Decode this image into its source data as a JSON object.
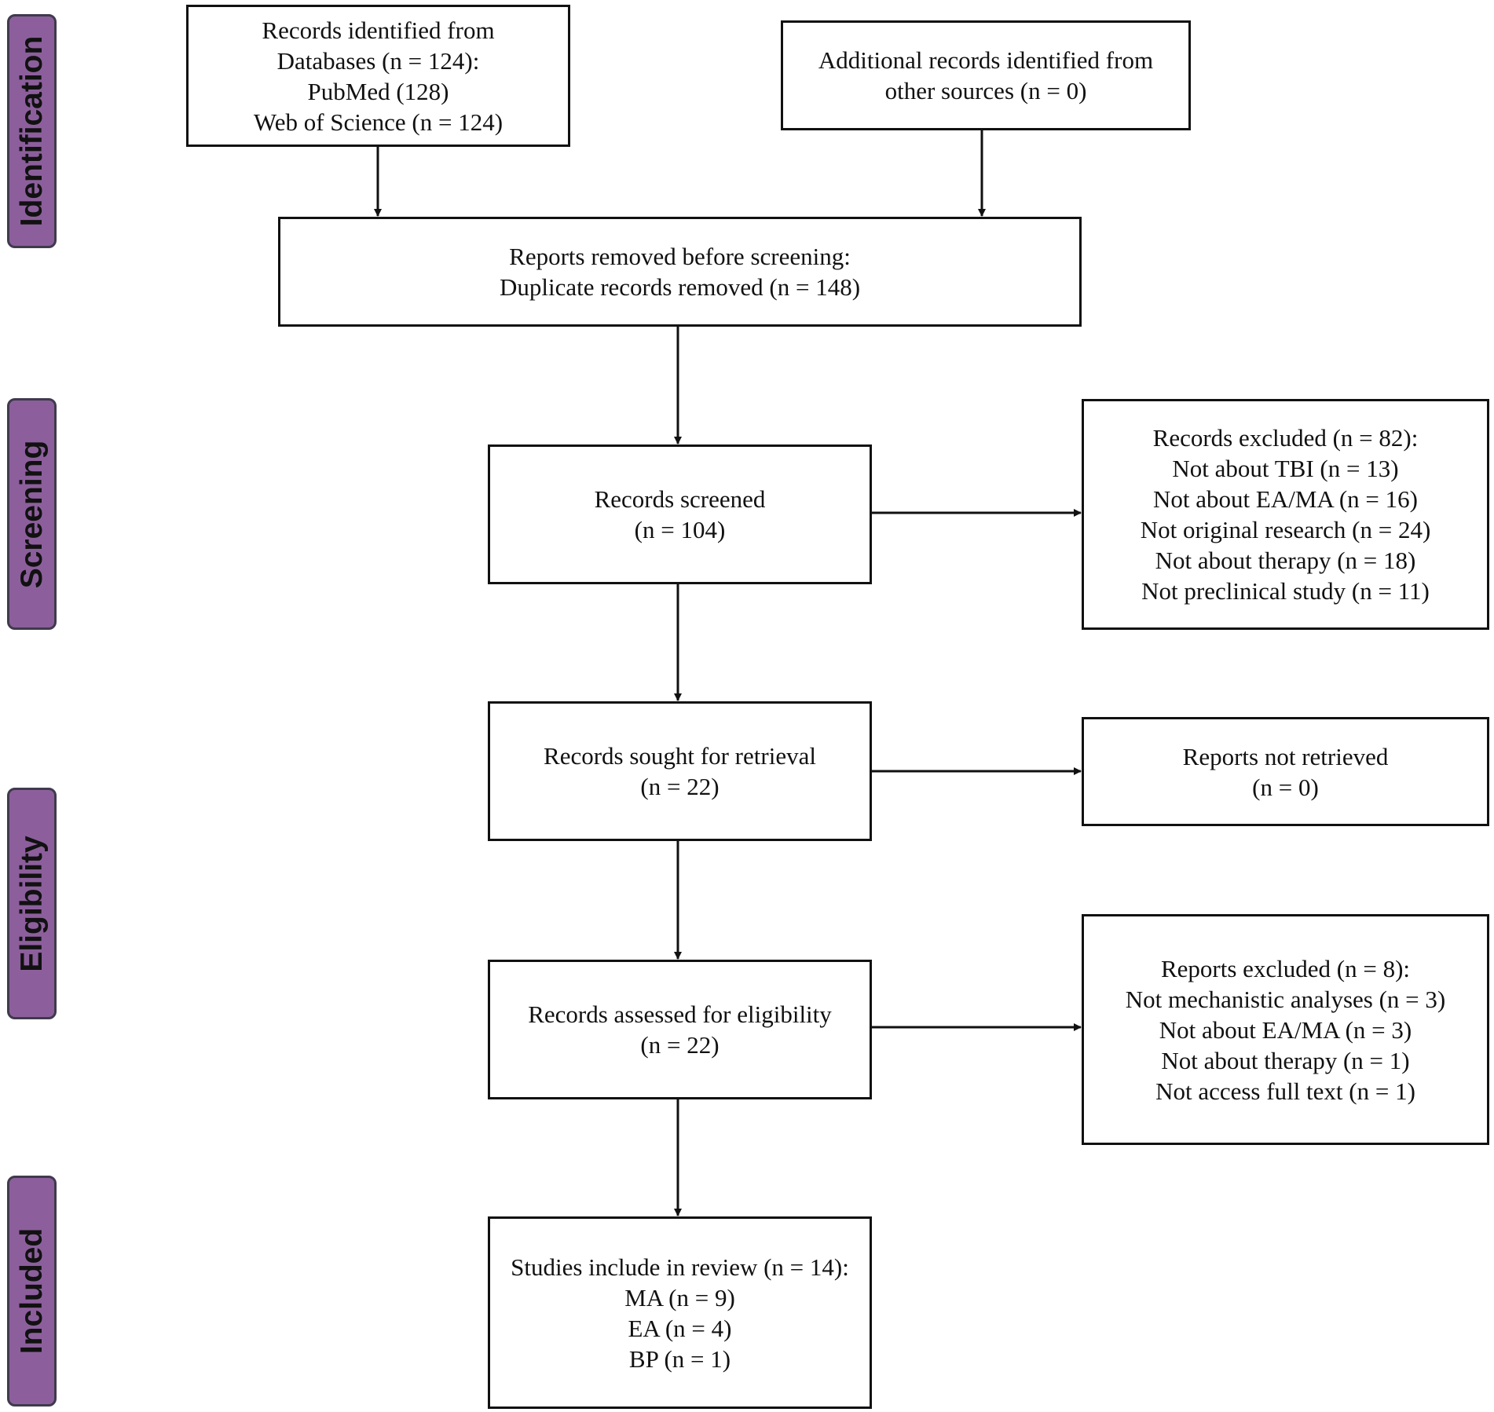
{
  "stages": {
    "identification": "Identification",
    "screening": "Screening",
    "eligibility": "Eligibility",
    "included": "Included"
  },
  "boxes": {
    "records_identified": {
      "lines": [
        "Records identified from",
        "Databases (n = 124):",
        "PubMed (128)",
        "Web of Science (n = 124)"
      ]
    },
    "additional_records": {
      "lines": [
        "Additional records identified from",
        "other sources (n = 0)"
      ]
    },
    "removed_before_screening": {
      "lines": [
        "Reports removed before screening:",
        "Duplicate records removed (n = 148)"
      ]
    },
    "records_screened": {
      "lines": [
        "Records screened",
        "(n = 104)"
      ]
    },
    "records_excluded": {
      "lines": [
        "Records excluded (n = 82):",
        "Not about TBI (n = 13)",
        "Not about EA/MA (n = 16)",
        "Not original research (n = 24)",
        "Not about therapy (n = 18)",
        "Not preclinical study (n = 11)"
      ]
    },
    "sought_for_retrieval": {
      "lines": [
        "Records sought for retrieval",
        "(n = 22)"
      ]
    },
    "not_retrieved": {
      "lines": [
        "Reports not retrieved",
        "(n = 0)"
      ]
    },
    "assessed_eligibility": {
      "lines": [
        "Records assessed for eligibility",
        "(n = 22)"
      ]
    },
    "reports_excluded": {
      "lines": [
        "Reports excluded (n = 8):",
        "Not mechanistic analyses (n = 3)",
        "Not about EA/MA (n = 3)",
        "Not about therapy (n = 1)",
        "Not access full text (n = 1)"
      ]
    },
    "included_studies": {
      "lines": [
        "Studies include in review (n = 14):",
        "MA (n = 9)",
        "EA (n = 4)",
        "BP (n = 1)"
      ]
    }
  },
  "colors": {
    "stage_fill": "#8c5f9c",
    "stage_border": "#3f3a4c",
    "box_border": "#111111",
    "arrow": "#111111"
  }
}
